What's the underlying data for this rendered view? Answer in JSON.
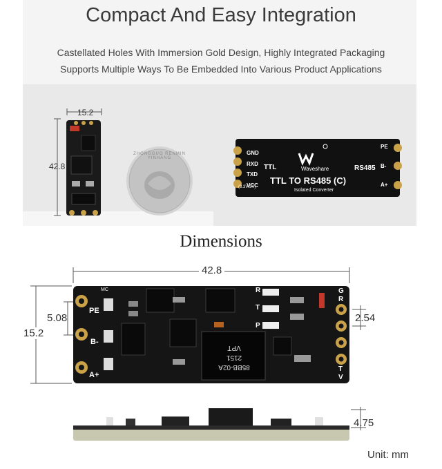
{
  "headline": "Compact And Easy Integration",
  "subtitle_line1": "Castellated Holes With Immersion Gold Design, Highly Integrated Packaging",
  "subtitle_line2": "Supports Multiple Ways To Be Embedded Into Various Product Applications",
  "photo": {
    "small_width": "15.2",
    "small_height": "42.8",
    "coin_text": "ZHONGGUO RENMIN YINHANG",
    "board": {
      "pins_left": [
        "GND",
        "RXD",
        "TXD",
        "VCC"
      ],
      "vcc_note": "(3.3V/5V)",
      "ttl": "TTL",
      "brand": "Waveshare",
      "rs485": "RS485",
      "title": "TTL TO RS485 (C)",
      "subtitle": "Isolated Converter",
      "pins_right": [
        "PE",
        "B-",
        "A+"
      ]
    }
  },
  "dimensions_title": "Dimensions",
  "dims": {
    "length": "42.8",
    "pitch": "5.08",
    "width": "15.2",
    "pad_pitch": "2.54",
    "thickness": "4.75"
  },
  "top_view": {
    "labels_left": [
      "PE",
      "B-",
      "A+"
    ],
    "labels_right": [
      "G",
      "R",
      "T",
      "V"
    ],
    "silk_r": "R",
    "silk_t": "T",
    "silk_p": "P",
    "silk_mc": "MC",
    "chip_line1": "85BB-02A",
    "chip_line2": "2151",
    "chip_line3": "VPT"
  },
  "unit": "Unit: mm"
}
